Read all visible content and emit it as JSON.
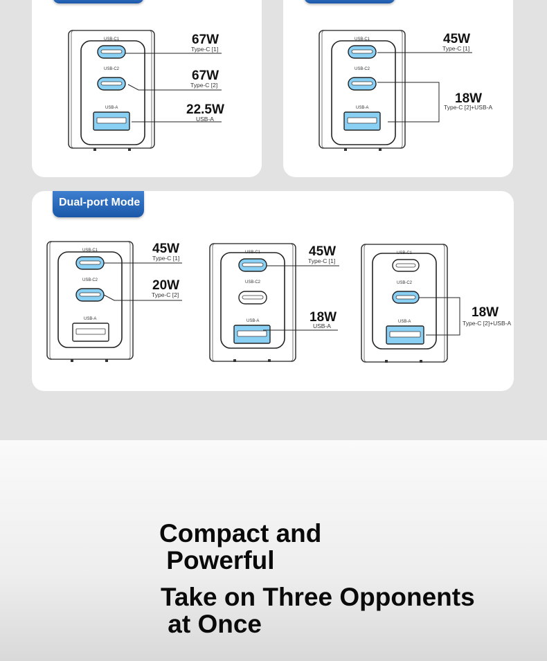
{
  "sections": {
    "dual_port_tab": "Dual-port Mode"
  },
  "charger_labels": {
    "usb_c1": "USB-C1",
    "usb_c2": "USB-C2",
    "usb_a": "USB-A"
  },
  "triple_mode_1": {
    "c1_watt": "67W",
    "c1_label": "Type-C [1]",
    "c2_watt": "67W",
    "c2_label": "Type-C [2]",
    "a_watt": "22.5W",
    "a_label": "USB-A"
  },
  "triple_mode_2": {
    "c1_watt": "45W",
    "c1_label": "Type-C [1]",
    "shared_watt": "18W",
    "shared_label": "Type-C [2]+USB-A"
  },
  "dual_mode_1": {
    "c1_watt": "45W",
    "c1_label": "Type-C [1]",
    "c2_watt": "20W",
    "c2_label": "Type-C [2]"
  },
  "dual_mode_2": {
    "c1_watt": "45W",
    "c1_label": "Type-C [1]",
    "a_watt": "18W",
    "a_label": "USB-A"
  },
  "dual_mode_3": {
    "shared_watt": "18W",
    "shared_label": "Type-C [2]+USB-A"
  },
  "headline": {
    "line1": "Compact and",
    "line2": " Powerful",
    "line3": "Take on Three Opponents",
    "line4": " at Once"
  },
  "colors": {
    "accent_blue": "#1b57a8",
    "port_highlight": "#8ad0f5"
  }
}
